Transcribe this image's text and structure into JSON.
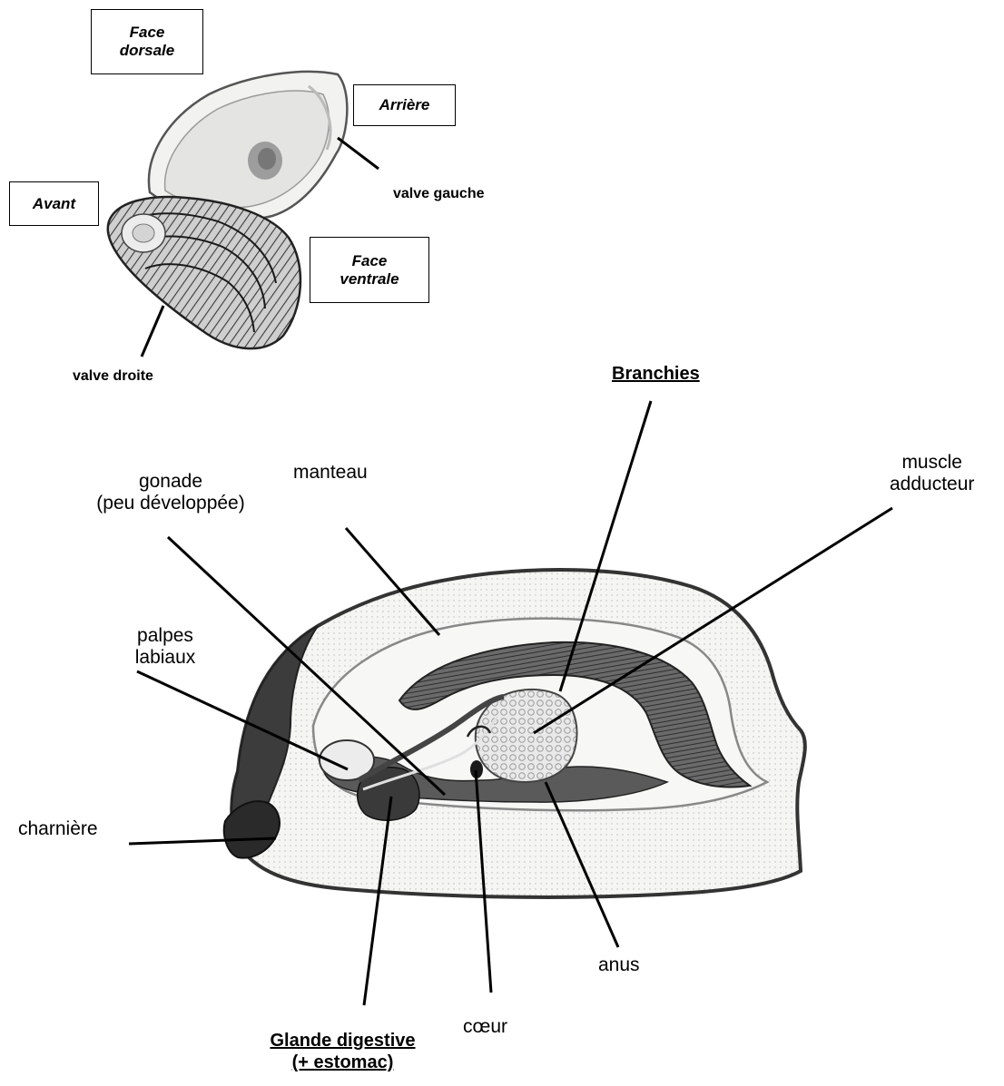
{
  "shell_labels": {
    "face_dorsale": "Face dorsale",
    "arriere": "Arrière",
    "avant": "Avant",
    "face_ventrale": "Face ventrale",
    "valve_gauche": "valve gauche",
    "valve_droite": "valve droite"
  },
  "anatomy_labels": {
    "branchies": "Branchies",
    "manteau": "manteau",
    "gonade_line1": "gonade",
    "gonade_line2": "(peu développée)",
    "muscle_line1": "muscle",
    "muscle_line2": "adducteur",
    "palpes_line1": "palpes",
    "palpes_line2": "labiaux",
    "charniere": "charnière",
    "anus": "anus",
    "coeur": "cœur",
    "glande_line1": "Glande digestive",
    "glande_line2": "(+ estomac)"
  },
  "colors": {
    "ink": "#000000",
    "shell_light": "#f4f4f2",
    "shell_dark": "#555555",
    "gill_dark": "#4a4a4a",
    "muscle_fill": "#e6e6e6"
  }
}
